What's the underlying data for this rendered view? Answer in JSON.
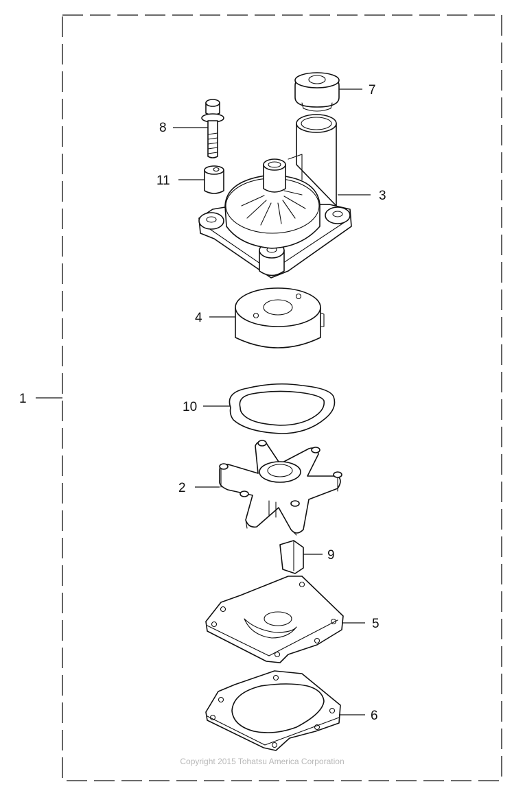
{
  "diagram": {
    "callouts": {
      "c1": "1",
      "c2": "2",
      "c3": "3",
      "c4": "4",
      "c5": "5",
      "c6": "6",
      "c7": "7",
      "c8": "8",
      "c9": "9",
      "c10": "10",
      "c11": "11"
    },
    "copyright": "Copyright 2015 Tohatsu America Corporation"
  }
}
